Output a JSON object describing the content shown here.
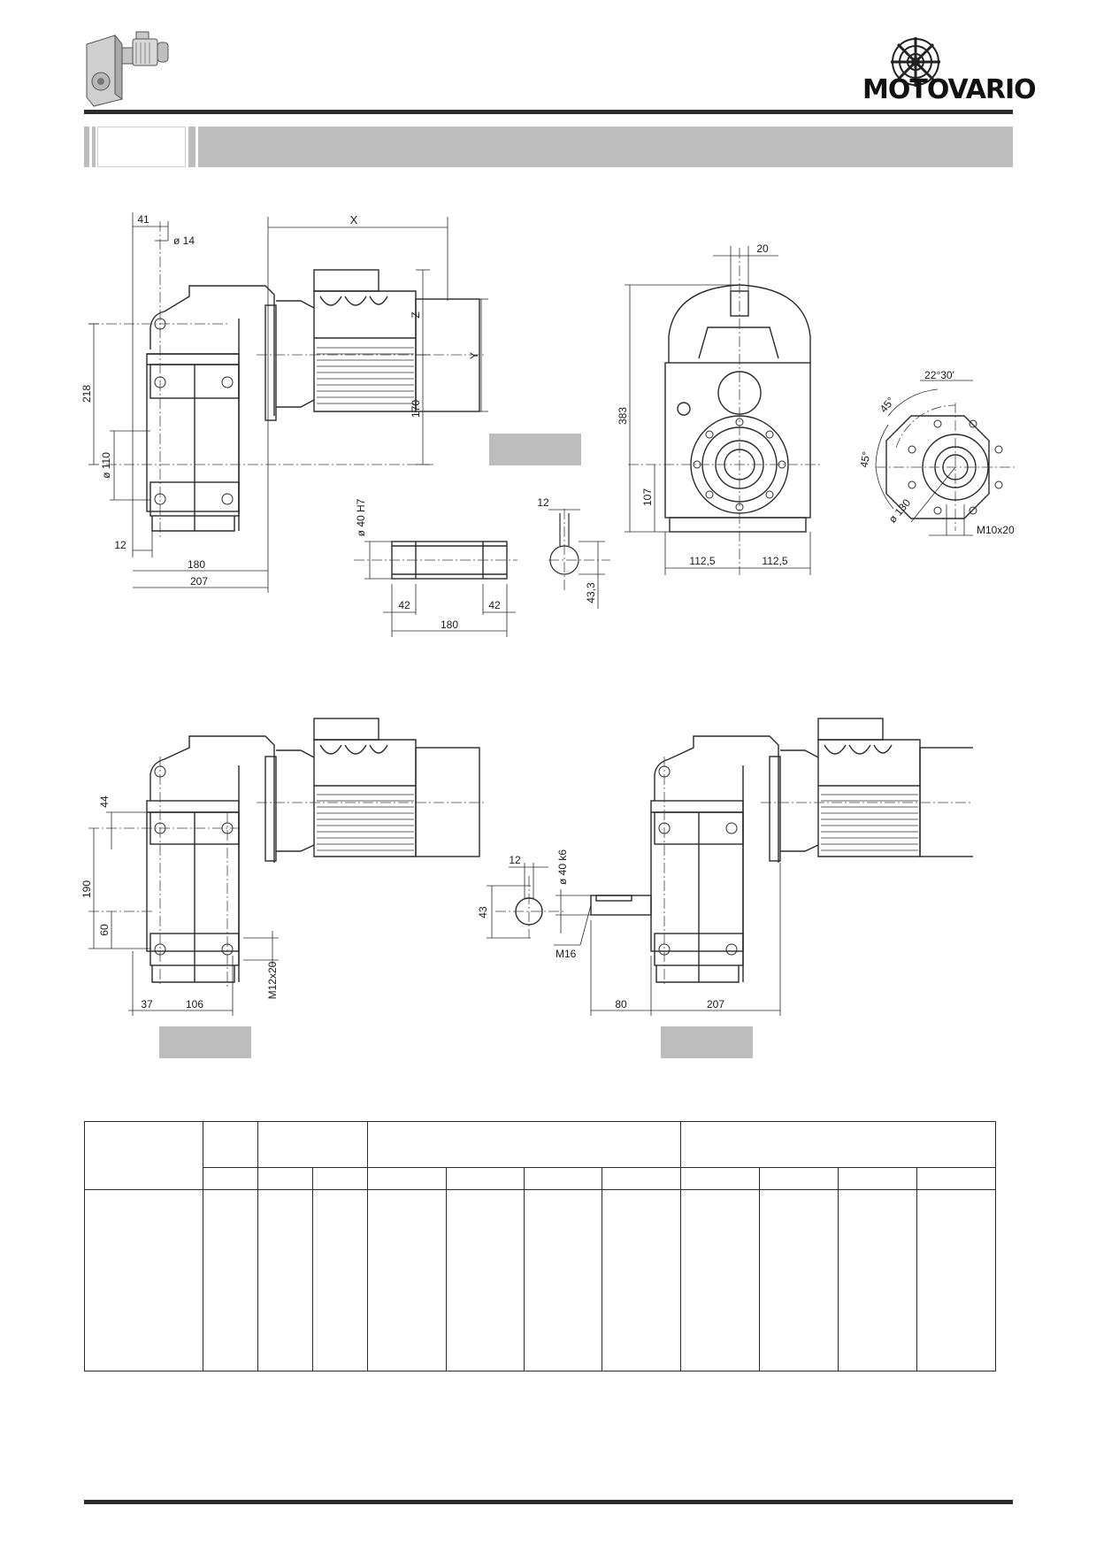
{
  "header": {
    "brand_name": "MOTOVARIO",
    "brand_logo_icon": "motovario-gear-emblem-icon",
    "product_thumbnail_icon": "gearmotor-thumbnail-icon"
  },
  "drawings": {
    "view_main": {
      "dims": {
        "d41": "41",
        "d14": "ø 14",
        "dX": "X",
        "dZ": "Z",
        "dY": "Y",
        "d170": "170",
        "d218": "218",
        "d110": "ø 110",
        "d12": "12",
        "d180": "180",
        "d207": "207"
      }
    },
    "hollow_shaft": {
      "dims": {
        "bore": "ø 40 H7",
        "d42a": "42",
        "d42b": "42",
        "d180": "180",
        "key12": "12",
        "key433": "43,3"
      }
    },
    "front_view": {
      "dims": {
        "d20": "20",
        "d383": "383",
        "d107": "107",
        "d1125a": "112,5",
        "d1125b": "112,5"
      }
    },
    "flange_view": {
      "dims": {
        "a2230": "22°30'",
        "a45a": "45°",
        "a45b": "45°",
        "d130": "ø 130",
        "m10": "M10x20"
      }
    },
    "view_foot": {
      "dims": {
        "d44": "44",
        "d190": "190",
        "d60": "60",
        "m12": "M12x20",
        "d37": "37",
        "d106": "106"
      }
    },
    "view_shaft": {
      "dims": {
        "key12": "12",
        "shaft": "ø 40 k6",
        "d43": "43",
        "m16": "M16",
        "d80": "80",
        "d207": "207"
      }
    }
  },
  "table": {
    "header_rows": 2,
    "body_columns": 12
  }
}
